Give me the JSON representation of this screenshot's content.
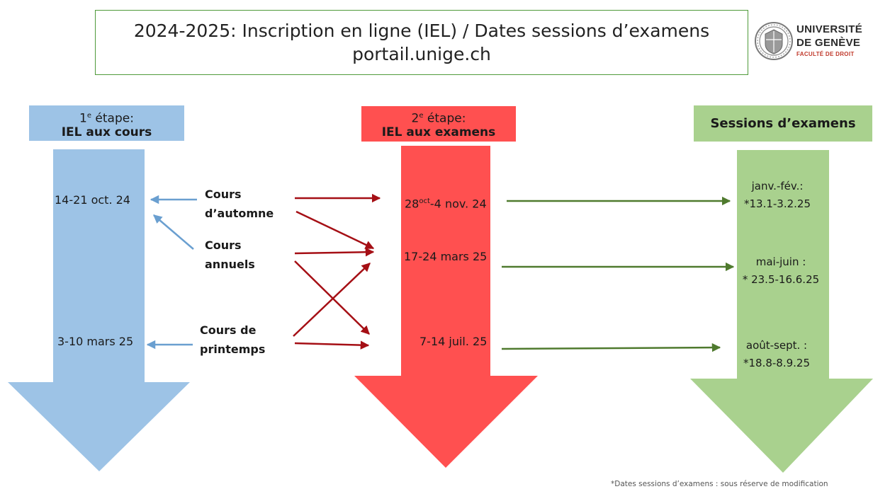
{
  "header": {
    "title_line1": "2024-2025: Inscription en ligne (IEL) / Dates sessions d’examens",
    "title_line2": "portail.unige.ch"
  },
  "logo": {
    "line1": "UNIVERSITÉ",
    "line2": "DE GENÈVE",
    "line3": "FACULTÉ DE DROIT",
    "icon": "university-seal-icon"
  },
  "stages": {
    "s1": {
      "num": "1",
      "sup": "e",
      "word": " étape:",
      "bold": "IEL aux cours"
    },
    "s2": {
      "num": "2",
      "sup": "e",
      "word": " étape:",
      "bold": "IEL aux examens"
    },
    "s3": {
      "bold": "Sessions d’examens"
    }
  },
  "course_dates": {
    "autumn": "14-21 oct. 24",
    "spring": "3-10 mars 25"
  },
  "courses": {
    "autumn_l1": "Cours",
    "autumn_l2": "d’automne",
    "annual_l1": "Cours",
    "annual_l2": "annuels",
    "spring_l1": "Cours de",
    "spring_l2": "printemps"
  },
  "exam_registration": {
    "d1_a": "28",
    "d1_sup": "oct",
    "d1_b": "-4 nov. 24",
    "d2": "17-24 mars 25",
    "d3": "7-14 juil. 25"
  },
  "sessions": {
    "s1_l1": "janv.-fév.:",
    "s1_l2": "*13.1-3.2.25",
    "s2_l1": "mai-juin :",
    "s2_l2": "* 23.5-16.6.25",
    "s3_l1": "août-sept. :",
    "s3_l2": "*18.8-8.9.25"
  },
  "footnote": "*Dates sessions d’examens : sous réserve de modification",
  "colors": {
    "blue": "#9dc3e6",
    "red": "#ff5050",
    "green": "#a9d18e",
    "dark_red": "#a50f15",
    "dark_green": "#4f7a2e",
    "arrow_blue": "#6a9fd0"
  }
}
